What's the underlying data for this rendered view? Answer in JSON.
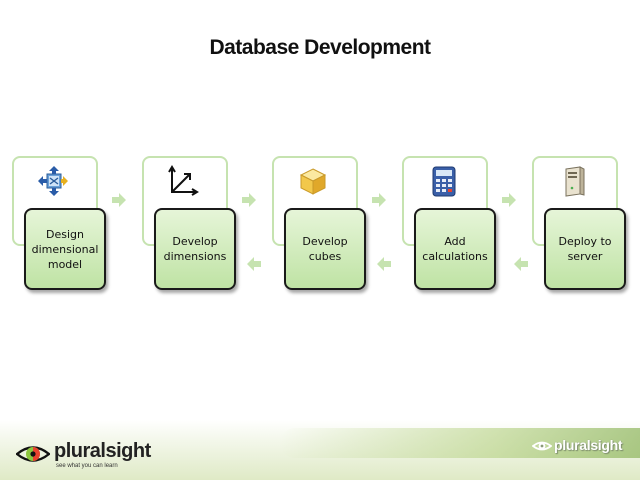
{
  "slide": {
    "title": "Database Development"
  },
  "steps": [
    {
      "label": "Design dimensional model",
      "icon": "dimensional-model-icon"
    },
    {
      "label": "Develop dimensions",
      "icon": "axes-icon"
    },
    {
      "label": "Develop cubes",
      "icon": "cube-icon"
    },
    {
      "label": "Add calculations",
      "icon": "calculator-icon"
    },
    {
      "label": "Deploy to server",
      "icon": "server-icon"
    }
  ],
  "footer": {
    "brand": "pluralsight",
    "tagline": "see what you can learn",
    "brand_watermark": "pluralsight"
  },
  "colors": {
    "card_fill_top": "#e6f5d8",
    "card_fill_bottom": "#bfe3a4",
    "card_outline": "#c6e3b0",
    "arrow": "#c6e3b0",
    "logo_eye_green": "#8dc63f",
    "logo_eye_red": "#e8432f"
  }
}
